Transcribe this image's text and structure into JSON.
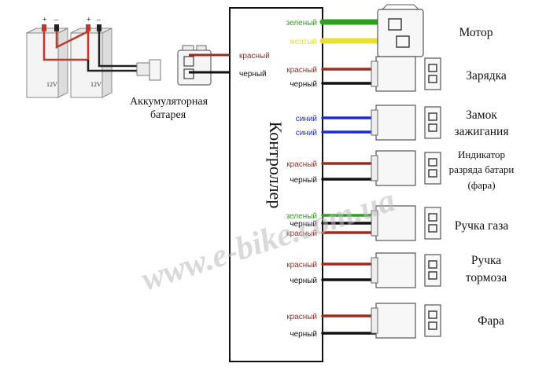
{
  "controller": {
    "title": "Контроллер"
  },
  "battery": {
    "label_line1": "Аккумуляторная",
    "label_line2": "батарея",
    "cells": [
      {
        "plus": "+",
        "minus": "–",
        "voltage": "12V"
      },
      {
        "plus": "+",
        "minus": "–",
        "voltage": "12V"
      }
    ],
    "wires": [
      {
        "text": "красный",
        "color": "#9b2d20"
      },
      {
        "text": "черный",
        "color": "#111111"
      }
    ]
  },
  "devices": [
    {
      "label_lines": [
        "Мотор"
      ],
      "wires": [
        {
          "text": "зеленый",
          "color": "#2ea01f"
        },
        {
          "text": "желтый",
          "color": "#e8e12a"
        }
      ]
    },
    {
      "label_lines": [
        "Зарядка"
      ],
      "wires": [
        {
          "text": "красный",
          "color": "#9b2d20"
        },
        {
          "text": "черный",
          "color": "#111111"
        }
      ]
    },
    {
      "label_lines": [
        "Замок",
        "зажигания"
      ],
      "wires": [
        {
          "text": "синий",
          "color": "#1b2bd6"
        },
        {
          "text": "синий",
          "color": "#1b2bd6"
        }
      ]
    },
    {
      "label_lines": [
        "Индикатор",
        "разряда батари",
        "(фара)"
      ],
      "wires": [
        {
          "text": "красный",
          "color": "#9b2d20"
        },
        {
          "text": "черный",
          "color": "#111111"
        }
      ]
    },
    {
      "label_lines": [
        "Ручка газа"
      ],
      "wires": [
        {
          "text": "зеленый",
          "color": "#2ea01f"
        },
        {
          "text": "черный",
          "color": "#111111"
        },
        {
          "text": "красный",
          "color": "#9b2d20"
        }
      ]
    },
    {
      "label_lines": [
        "Ручка",
        "тормоза"
      ],
      "wires": [
        {
          "text": "красный",
          "color": "#9b2d20"
        },
        {
          "text": "черный",
          "color": "#111111"
        }
      ]
    },
    {
      "label_lines": [
        "Фара"
      ],
      "wires": [
        {
          "text": "красный",
          "color": "#9b2d20"
        },
        {
          "text": "черный",
          "color": "#111111"
        }
      ]
    }
  ],
  "watermark": {
    "text": "www.e-bike.com.ua",
    "color": "#b9b9b9"
  }
}
